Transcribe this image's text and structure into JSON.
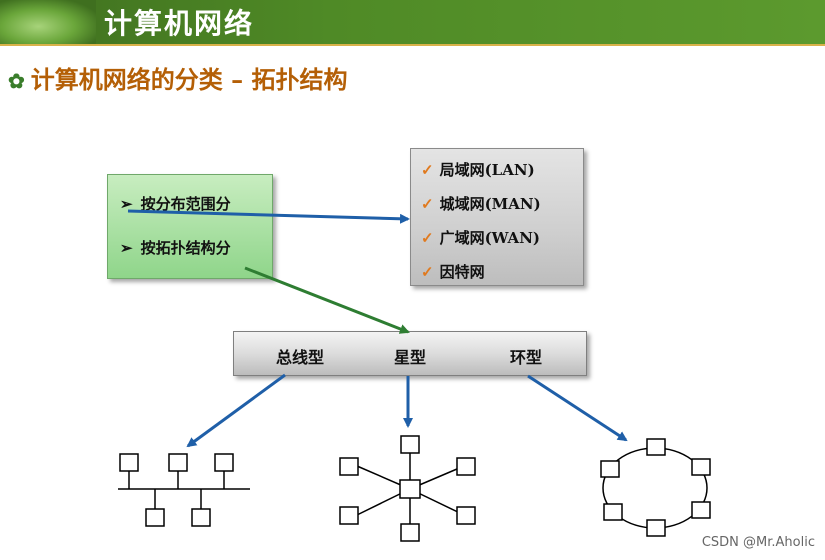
{
  "banner": {
    "title": "计算机网络"
  },
  "subtitle": {
    "bullet": "✿",
    "text": "计算机网络的分类 – 拓扑结构"
  },
  "classify_box": {
    "items": [
      {
        "marker": "➢",
        "label": "按分布范围分"
      },
      {
        "marker": "➢",
        "label": "按拓扑结构分"
      }
    ]
  },
  "range_box": {
    "check": "✓",
    "items": [
      "局域网(LAN)",
      "城域网(MAN)",
      "广域网(WAN)",
      "因特网"
    ]
  },
  "topology_bar": {
    "types": [
      "总线型",
      "星型",
      "环型"
    ]
  },
  "colors": {
    "arrow_blue": "#1f5fa8",
    "arrow_green": "#2e7d32",
    "check_orange": "#e07a1f",
    "title_brown": "#b45f06"
  },
  "watermark": "CSDN @Mr.Aholic"
}
